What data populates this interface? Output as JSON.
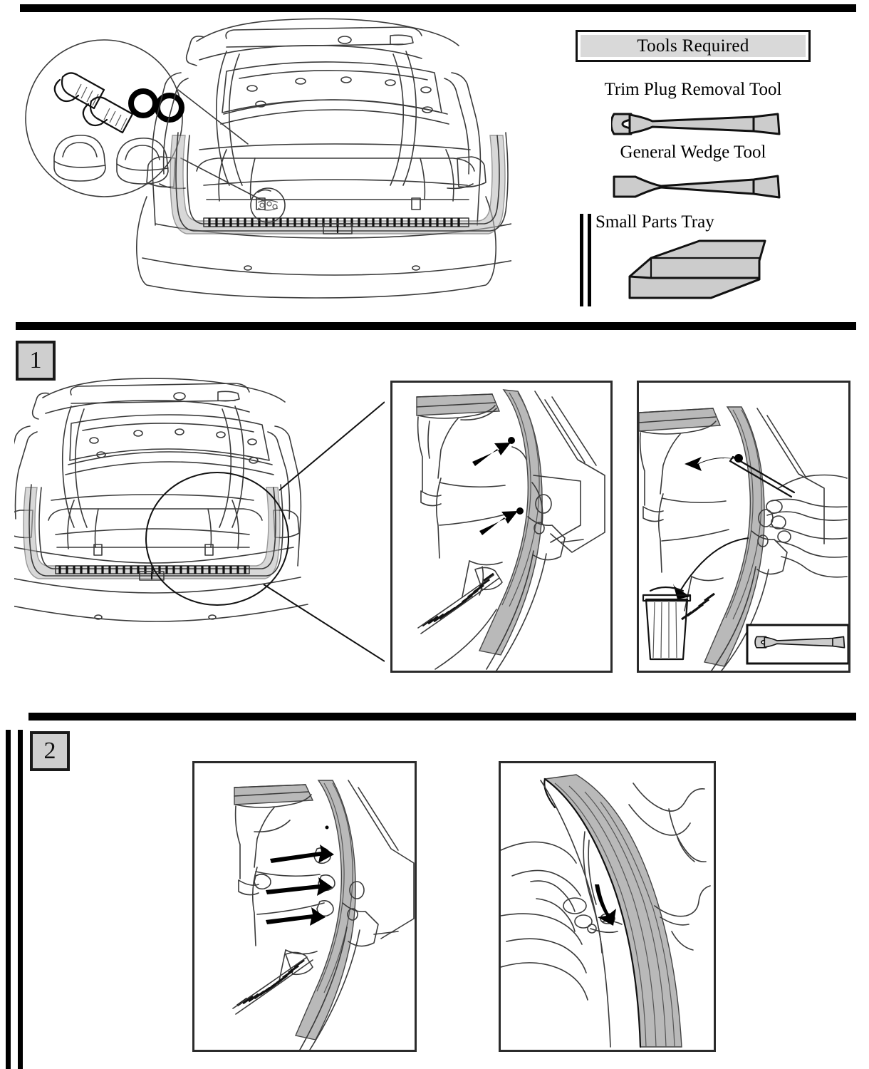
{
  "document": {
    "type": "vehicle-accessory-installation-instructions",
    "subject": "Rear trunk sill / bumper protector trim installation"
  },
  "tools_panel": {
    "header": "Tools Required",
    "items": [
      {
        "label": "Trim Plug Removal Tool",
        "icon": "forked-pry-tool-icon"
      },
      {
        "label": "General Wedge Tool",
        "icon": "wedge-tool-icon"
      },
      {
        "label": "Small Parts Tray",
        "icon": "parts-tray-icon"
      }
    ]
  },
  "hardware_callout": {
    "description": "Magnified hardware detail",
    "parts": [
      {
        "name": "trim-plug-screw",
        "count": 2
      },
      {
        "name": "o-ring-washer",
        "count": 2
      },
      {
        "name": "rubber-grommet-mount",
        "count": 2
      }
    ]
  },
  "steps": [
    {
      "number": "1",
      "overview": "Rear view of vehicle with trunk lid open; callout ellipse on right-hand sill",
      "panels": [
        {
          "name": "clip-locations-detail",
          "callouts": 2,
          "note": "Arrows indicate two trim clip locations on the trunk sill"
        },
        {
          "name": "clip-removal-detail",
          "note": "Remove clips with trim plug removal tool and discard",
          "inset_tool": "Trim Plug Removal Tool",
          "discard_icon": "trash-can-icon"
        }
      ]
    },
    {
      "number": "2",
      "panels": [
        {
          "name": "trim-release-detail",
          "callouts": 3,
          "note": "Three arrows indicate release points along the trim panel"
        },
        {
          "name": "weatherstrip-pullback-detail",
          "note": "Pull back weatherstrip seal by hand in direction of arrow"
        }
      ]
    }
  ]
}
